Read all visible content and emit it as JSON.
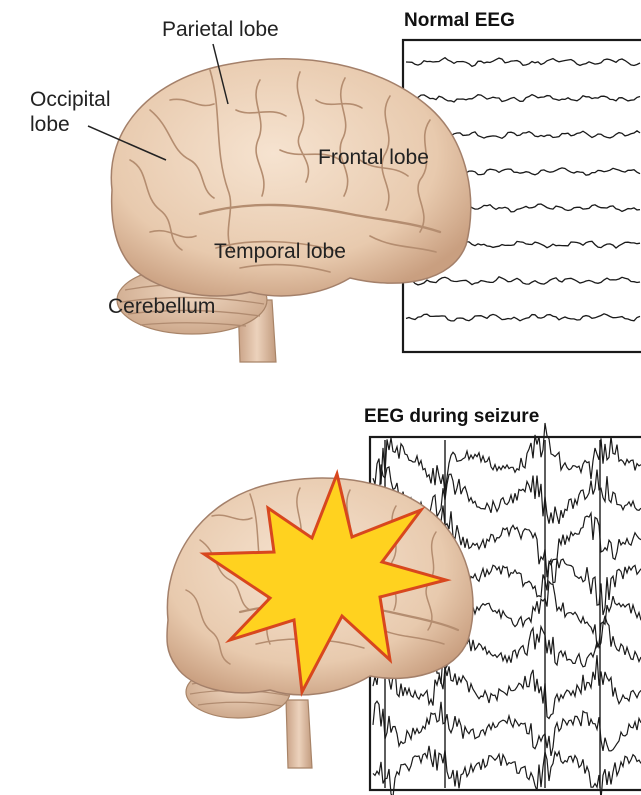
{
  "normal_panel": {
    "title": "Normal EEG",
    "trace_count": 8,
    "labels": {
      "parietal": "Parietal lobe",
      "occipital_line1": "Occipital",
      "occipital_line2": "lobe",
      "frontal": "Frontal lobe",
      "temporal": "Temporal lobe",
      "cerebellum": "Cerebellum"
    }
  },
  "seizure_panel": {
    "title": "EEG during seizure",
    "trace_count": 9
  },
  "colors": {
    "brain": "#ecd3bb",
    "brain_shadow": "#c9a88c",
    "fold": "#b48d70",
    "seizure_fill": "#ffd21f",
    "seizure_stroke": "#d8471e",
    "trace": "#1a1a1a"
  }
}
